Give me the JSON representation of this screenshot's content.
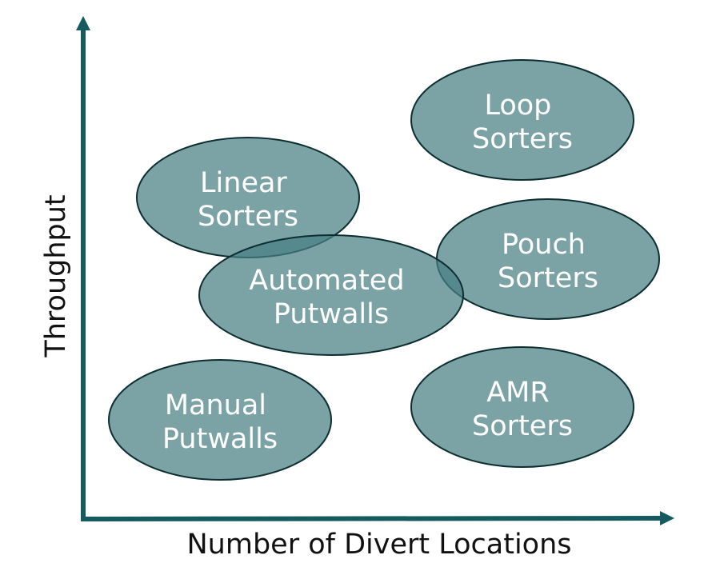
{
  "axes": {
    "x_label": "Number of Divert Locations",
    "y_label": "Throughput"
  },
  "categories": [
    {
      "id": "loop",
      "lines": [
        "Loop",
        "Sorters"
      ]
    },
    {
      "id": "linear",
      "lines": [
        "Linear",
        "Sorters"
      ]
    },
    {
      "id": "pouch",
      "lines": [
        "Pouch",
        "Sorters"
      ]
    },
    {
      "id": "automated",
      "lines": [
        "Automated",
        "Putwalls"
      ]
    },
    {
      "id": "manual",
      "lines": [
        "Manual",
        "Putwalls"
      ]
    },
    {
      "id": "amr",
      "lines": [
        "AMR",
        "Sorters"
      ]
    }
  ],
  "colors": {
    "bubble_fill": "#487f83",
    "bubble_stroke": "#0d2e30",
    "axis": "#145a5f",
    "label_text": "#ffffff",
    "axis_title_text": "#111111"
  }
}
